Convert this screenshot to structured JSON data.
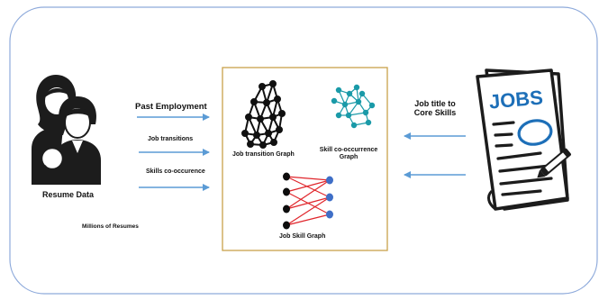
{
  "colors": {
    "frame_border": "#8eaadb",
    "center_box_border": "#c9a24a",
    "arrow": "#5b9bd5",
    "person": "#222222",
    "job_graph": "#111111",
    "skill_graph": "#1a9aa8",
    "bipartite_left": "#0d0d0d",
    "bipartite_right": "#3f6fc7",
    "bipartite_edges": "#e0262c",
    "jobs_paper_blue": "#1d6fb8"
  },
  "icons": {
    "resume": "person-search-icon",
    "job_graph": "network-graph-icon",
    "skill_graph": "cluster-network-icon",
    "job_skill_graph": "bipartite-graph-icon",
    "jobs": "jobs-newspaper-icon"
  },
  "left": {
    "resume_label": "Resume Data",
    "millions_label": "Millions of Resumes",
    "arrows": [
      {
        "label": "Past Employment"
      },
      {
        "label": "Job transitions"
      },
      {
        "label": "Skills co-occurence"
      }
    ]
  },
  "center": {
    "job_transition_label": "Job transition Graph",
    "skill_cooccurrence_label_line1": "Skill co-occurrence",
    "skill_cooccurrence_label_line2": "Graph",
    "job_skill_label": "Job Skill Graph"
  },
  "right": {
    "label_line1": "Job title to",
    "label_line2": "Core Skills",
    "jobs_text": "JOBS"
  }
}
